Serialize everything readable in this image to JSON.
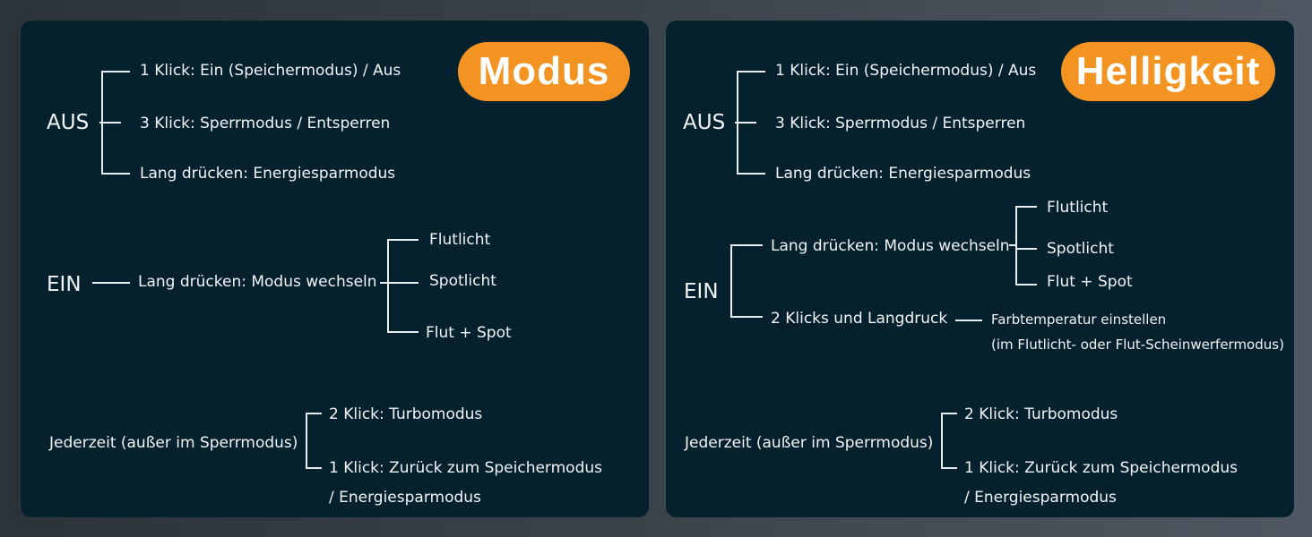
{
  "modus": {
    "badge": "Modus",
    "aus": {
      "label": "AUS",
      "items": [
        "1 Klick: Ein (Speichermodus) / Aus",
        "3 Klick: Sperrmodus / Entsperren",
        "Lang drücken: Energiesparmodus"
      ]
    },
    "ein": {
      "label": "EIN",
      "action": "Lang drücken: Modus wechseln",
      "modes": [
        "Flutlicht",
        "Spotlicht",
        "Flut + Spot"
      ]
    },
    "anytime": {
      "label": "Jederzeit (außer im Sperrmodus)",
      "items": [
        "2 Klick: Turbomodus",
        "1 Klick: Zurück zum Speichermodus",
        "/ Energiesparmodus"
      ]
    }
  },
  "helligkeit": {
    "badge": "Helligkeit",
    "aus": {
      "label": "AUS",
      "items": [
        "1 Klick: Ein (Speichermodus) / Aus",
        "3 Klick: Sperrmodus / Entsperren",
        "Lang drücken: Energiesparmodus"
      ]
    },
    "ein": {
      "label": "EIN",
      "action1": "Lang drücken: Modus wechseln",
      "modes": [
        "Flutlicht",
        "Spotlicht",
        "Flut + Spot"
      ],
      "action2": "2 Klicks und Langdruck",
      "color_temp": "Farbtemperatur einstellen",
      "color_temp_note": "(im Flutlicht- oder Flut-Scheinwerfermodus)"
    },
    "anytime": {
      "label": "Jederzeit (außer im Sperrmodus)",
      "items": [
        "2 Klick: Turbomodus",
        "1 Klick: Zurück zum Speichermodus",
        "/ Energiesparmodus"
      ]
    }
  },
  "colors": {
    "panel": "#05212e",
    "badge": "#f39422",
    "text": "#f2f4f5"
  }
}
